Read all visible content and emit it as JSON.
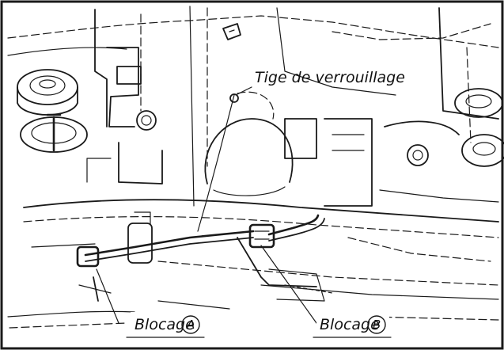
{
  "callouts": {
    "lock_rod": {
      "text": "Tige de verrouillage"
    },
    "block_a": {
      "text": "Blocage",
      "marker": "A"
    },
    "block_b": {
      "text": "Blocage",
      "marker": "B"
    }
  },
  "colors": {
    "ink": "#1a1a1a",
    "paper": "#ffffff"
  }
}
